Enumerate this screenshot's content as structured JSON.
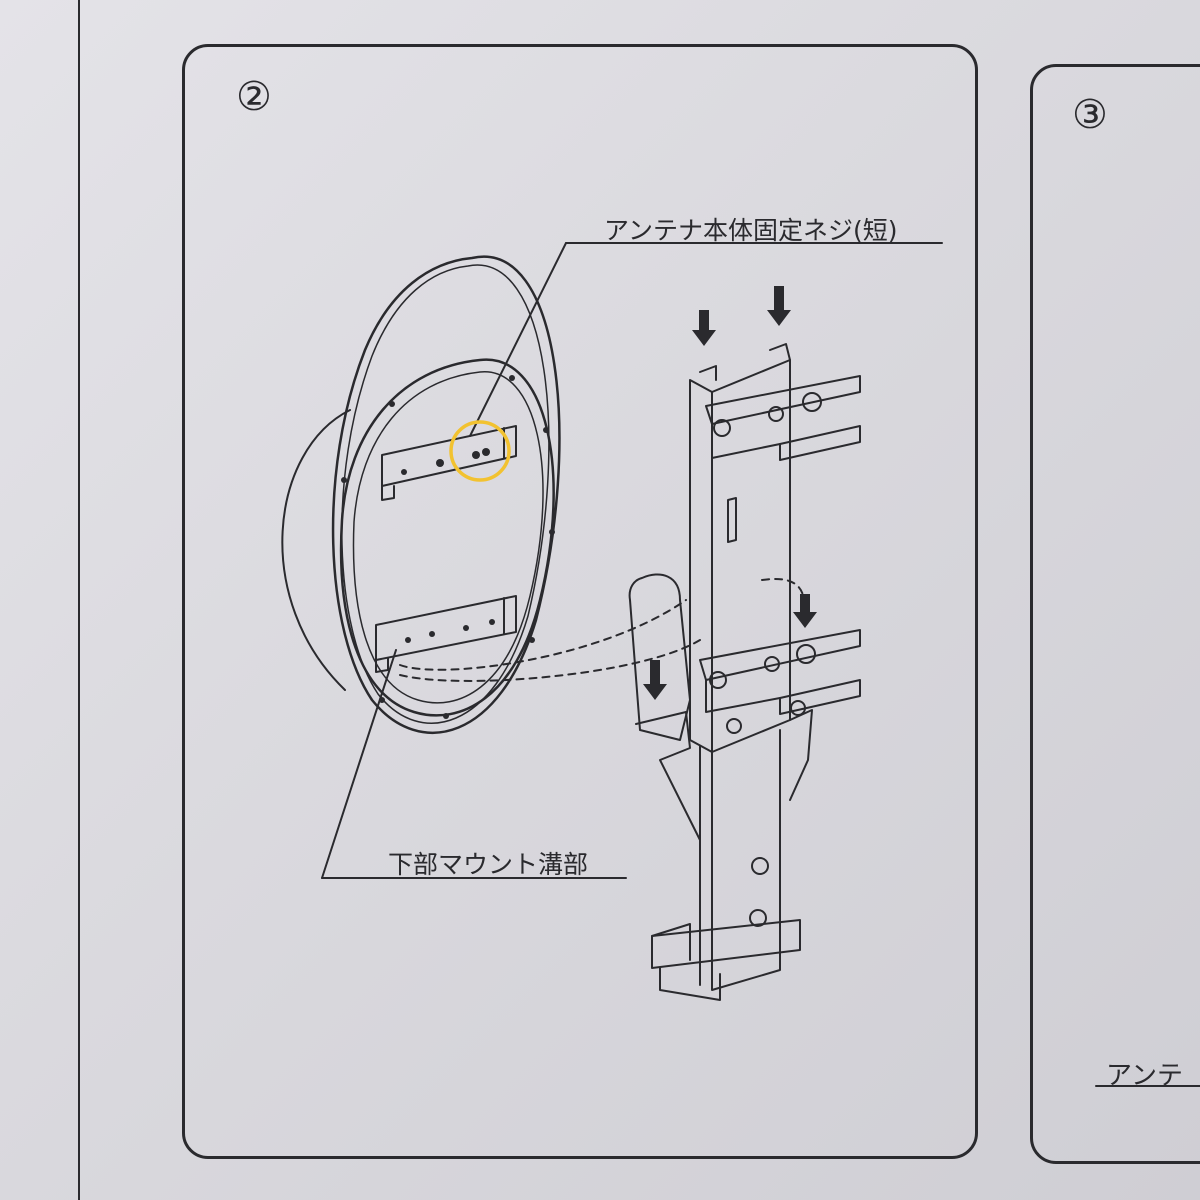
{
  "steps": {
    "current": "②",
    "next": "③"
  },
  "labels": {
    "screw": "アンテナ本体固定ネジ(短)",
    "mount_groove": "下部マウント溝部",
    "next_panel_cut": "アンテ"
  },
  "colors": {
    "paper": "#dad9de",
    "ink": "#2a2a2e",
    "highlight_circle": "#f2c230"
  },
  "icons": [
    "down-arrow-icon"
  ]
}
